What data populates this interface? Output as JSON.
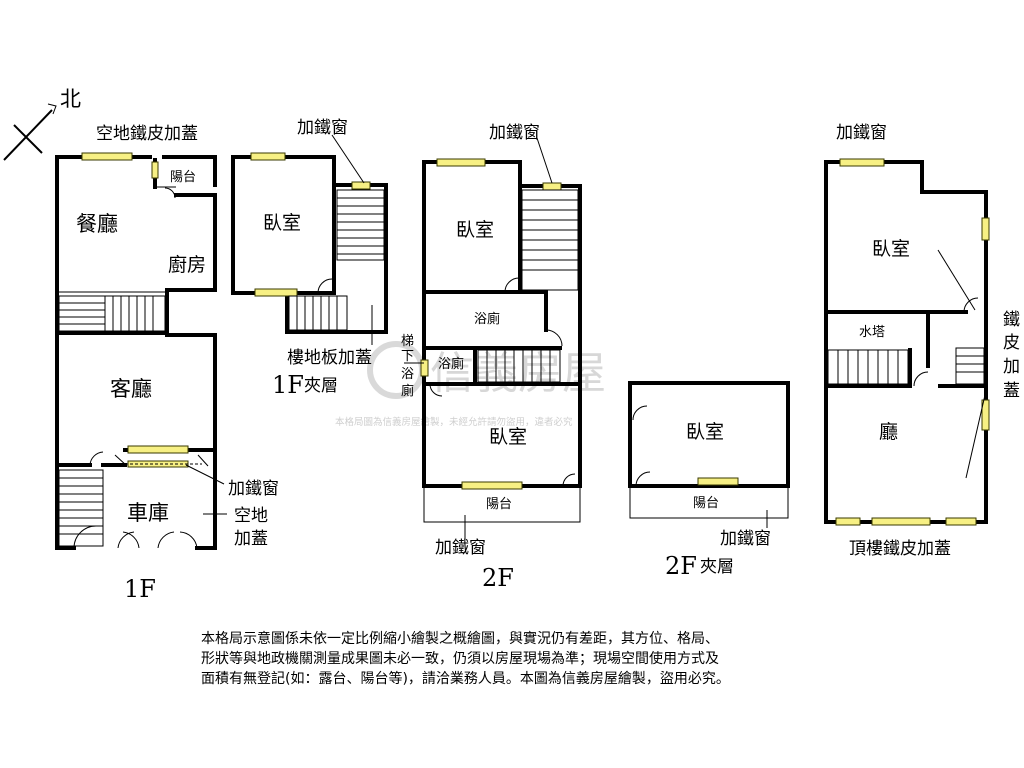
{
  "compass": {
    "label": "北"
  },
  "watermark": {
    "brand": "信義房屋",
    "notice": "本格局圖為信義房屋繪製，未經允許請勿盜用，違者必究"
  },
  "floors": {
    "f1": {
      "title": "1F",
      "annotations": {
        "top": "空地鐵皮加蓋",
        "window": "加鐵窗",
        "yard_line1": "空地",
        "yard_line2": "加蓋"
      },
      "rooms": {
        "dining": "餐廳",
        "balcony": "陽台",
        "kitchen": "廚房",
        "living": "客廳",
        "garage": "車庫"
      }
    },
    "f1_mezz": {
      "title": "1F",
      "suffix": "夾層",
      "annotations": {
        "window": "加鐵窗",
        "slab": "樓地板加蓋"
      },
      "rooms": {
        "bedroom": "臥室"
      }
    },
    "f2": {
      "title": "2F",
      "annotations": {
        "window_top": "加鐵窗",
        "window_bottom": "加鐵窗",
        "under_stair_1": "梯",
        "under_stair_2": "下",
        "under_stair_3": "浴",
        "under_stair_4": "廁"
      },
      "rooms": {
        "bedroom_top": "臥室",
        "bath": "浴廁",
        "bath_small": "浴廁",
        "bedroom_bottom": "臥室",
        "balcony": "陽台"
      }
    },
    "f2_mezz": {
      "title": "2F",
      "suffix": "夾層",
      "annotations": {
        "window": "加鐵窗"
      },
      "rooms": {
        "bedroom": "臥室",
        "balcony": "陽台"
      }
    },
    "roof": {
      "title": "頂樓鐵皮加蓋",
      "annotations": {
        "window": "加鐵窗",
        "side_1": "鐵",
        "side_2": "皮",
        "side_3": "加",
        "side_4": "蓋"
      },
      "rooms": {
        "bedroom": "臥室",
        "water_tower": "水塔",
        "hall": "廳"
      }
    }
  },
  "disclaimer": {
    "line1": "本格局示意圖係未依一定比例縮小繪製之概繪圖，與實況仍有差距，其方位、格局、",
    "line2": "形狀等與地政機關測量成果圖未必一致，仍須以房屋現場為準；現場空間使用方式及",
    "line3": "面積有無登記(如：露台、陽台等)，請洽業務人員。本圖為信義房屋繪製，盜用必究。"
  }
}
